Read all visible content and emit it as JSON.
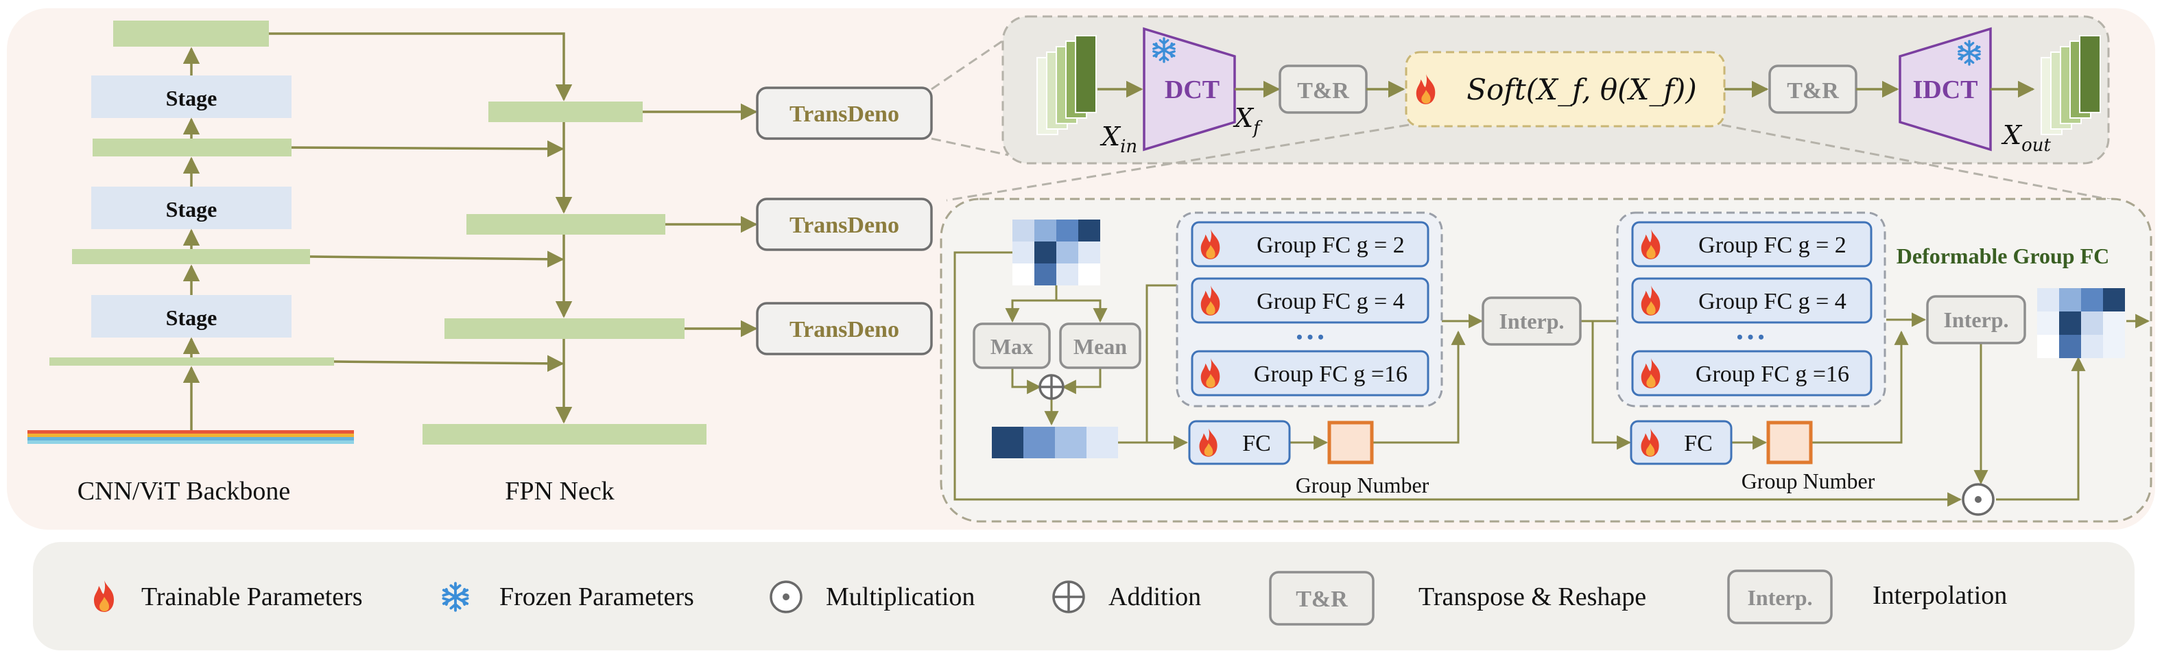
{
  "backbone": {
    "stage_labels": [
      "Stage",
      "Stage",
      "Stage"
    ],
    "caption": "CNN/ViT Backbone"
  },
  "neck": {
    "caption": "FPN Neck"
  },
  "transdeno": {
    "labels": [
      "TransDeno",
      "TransDeno",
      "TransDeno"
    ]
  },
  "pipeline": {
    "x_in": "X",
    "x_in_sub": "in",
    "dct": "DCT",
    "x_f": "X",
    "x_f_sub": "f",
    "tr1": "T&R",
    "soft": "Soft(X_f, θ(X_f))",
    "tr2": "T&R",
    "idct": "IDCT",
    "x_out": "X",
    "x_out_sub": "out"
  },
  "dgfc": {
    "title": "Deformable Group FC",
    "max": "Max",
    "mean": "Mean",
    "group_fc": [
      "Group FC g = 2",
      "Group FC g = 4",
      "Group FC g =16"
    ],
    "ellipsis": "• • •",
    "fc": "FC",
    "interp": "Interp.",
    "group_number": "Group Number"
  },
  "legend": {
    "trainable": "Trainable Parameters",
    "frozen": "Frozen Parameters",
    "multiplication": "Multiplication",
    "addition": "Addition",
    "tr_box": "T&R",
    "tr_desc": "Transpose & Reshape",
    "interp_box": "Interp.",
    "interp_desc": "Interpolation"
  },
  "colors": {
    "green_bar": "#c5d9a6",
    "stage_fill": "#dde6f2",
    "arrow": "#8a8a4a",
    "transdeno_text": "#8c7d3e",
    "dct_fill": "#e6d9ee",
    "dct_stroke": "#7b3fa0",
    "soft_fill": "#fbf0cf",
    "groupfc_fill": "#dfe8f6",
    "groupfc_stroke": "#3f73b8",
    "title_green": "#3a5f23",
    "orange": "#e07a2f"
  },
  "icons": [
    "flame-icon",
    "snowflake-icon",
    "circle-dot-icon",
    "circle-plus-icon"
  ]
}
